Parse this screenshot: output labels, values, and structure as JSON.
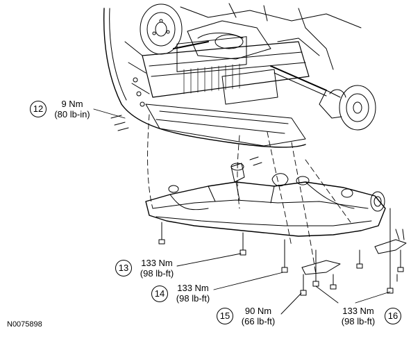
{
  "figure_id": "N0075898",
  "callouts": [
    {
      "number": "12",
      "torque": "9 Nm",
      "torque_alt": "(80 lb-in)"
    },
    {
      "number": "13",
      "torque": "133 Nm",
      "torque_alt": "(98 lb-ft)"
    },
    {
      "number": "14",
      "torque": "133 Nm",
      "torque_alt": "(98 lb-ft)"
    },
    {
      "number": "15",
      "torque": "90 Nm",
      "torque_alt": "(66 lb-ft)"
    },
    {
      "number": "16",
      "torque": "133 Nm",
      "torque_alt": "(98 lb-ft)"
    }
  ],
  "colors": {
    "line": "#000000",
    "background": "#ffffff"
  }
}
